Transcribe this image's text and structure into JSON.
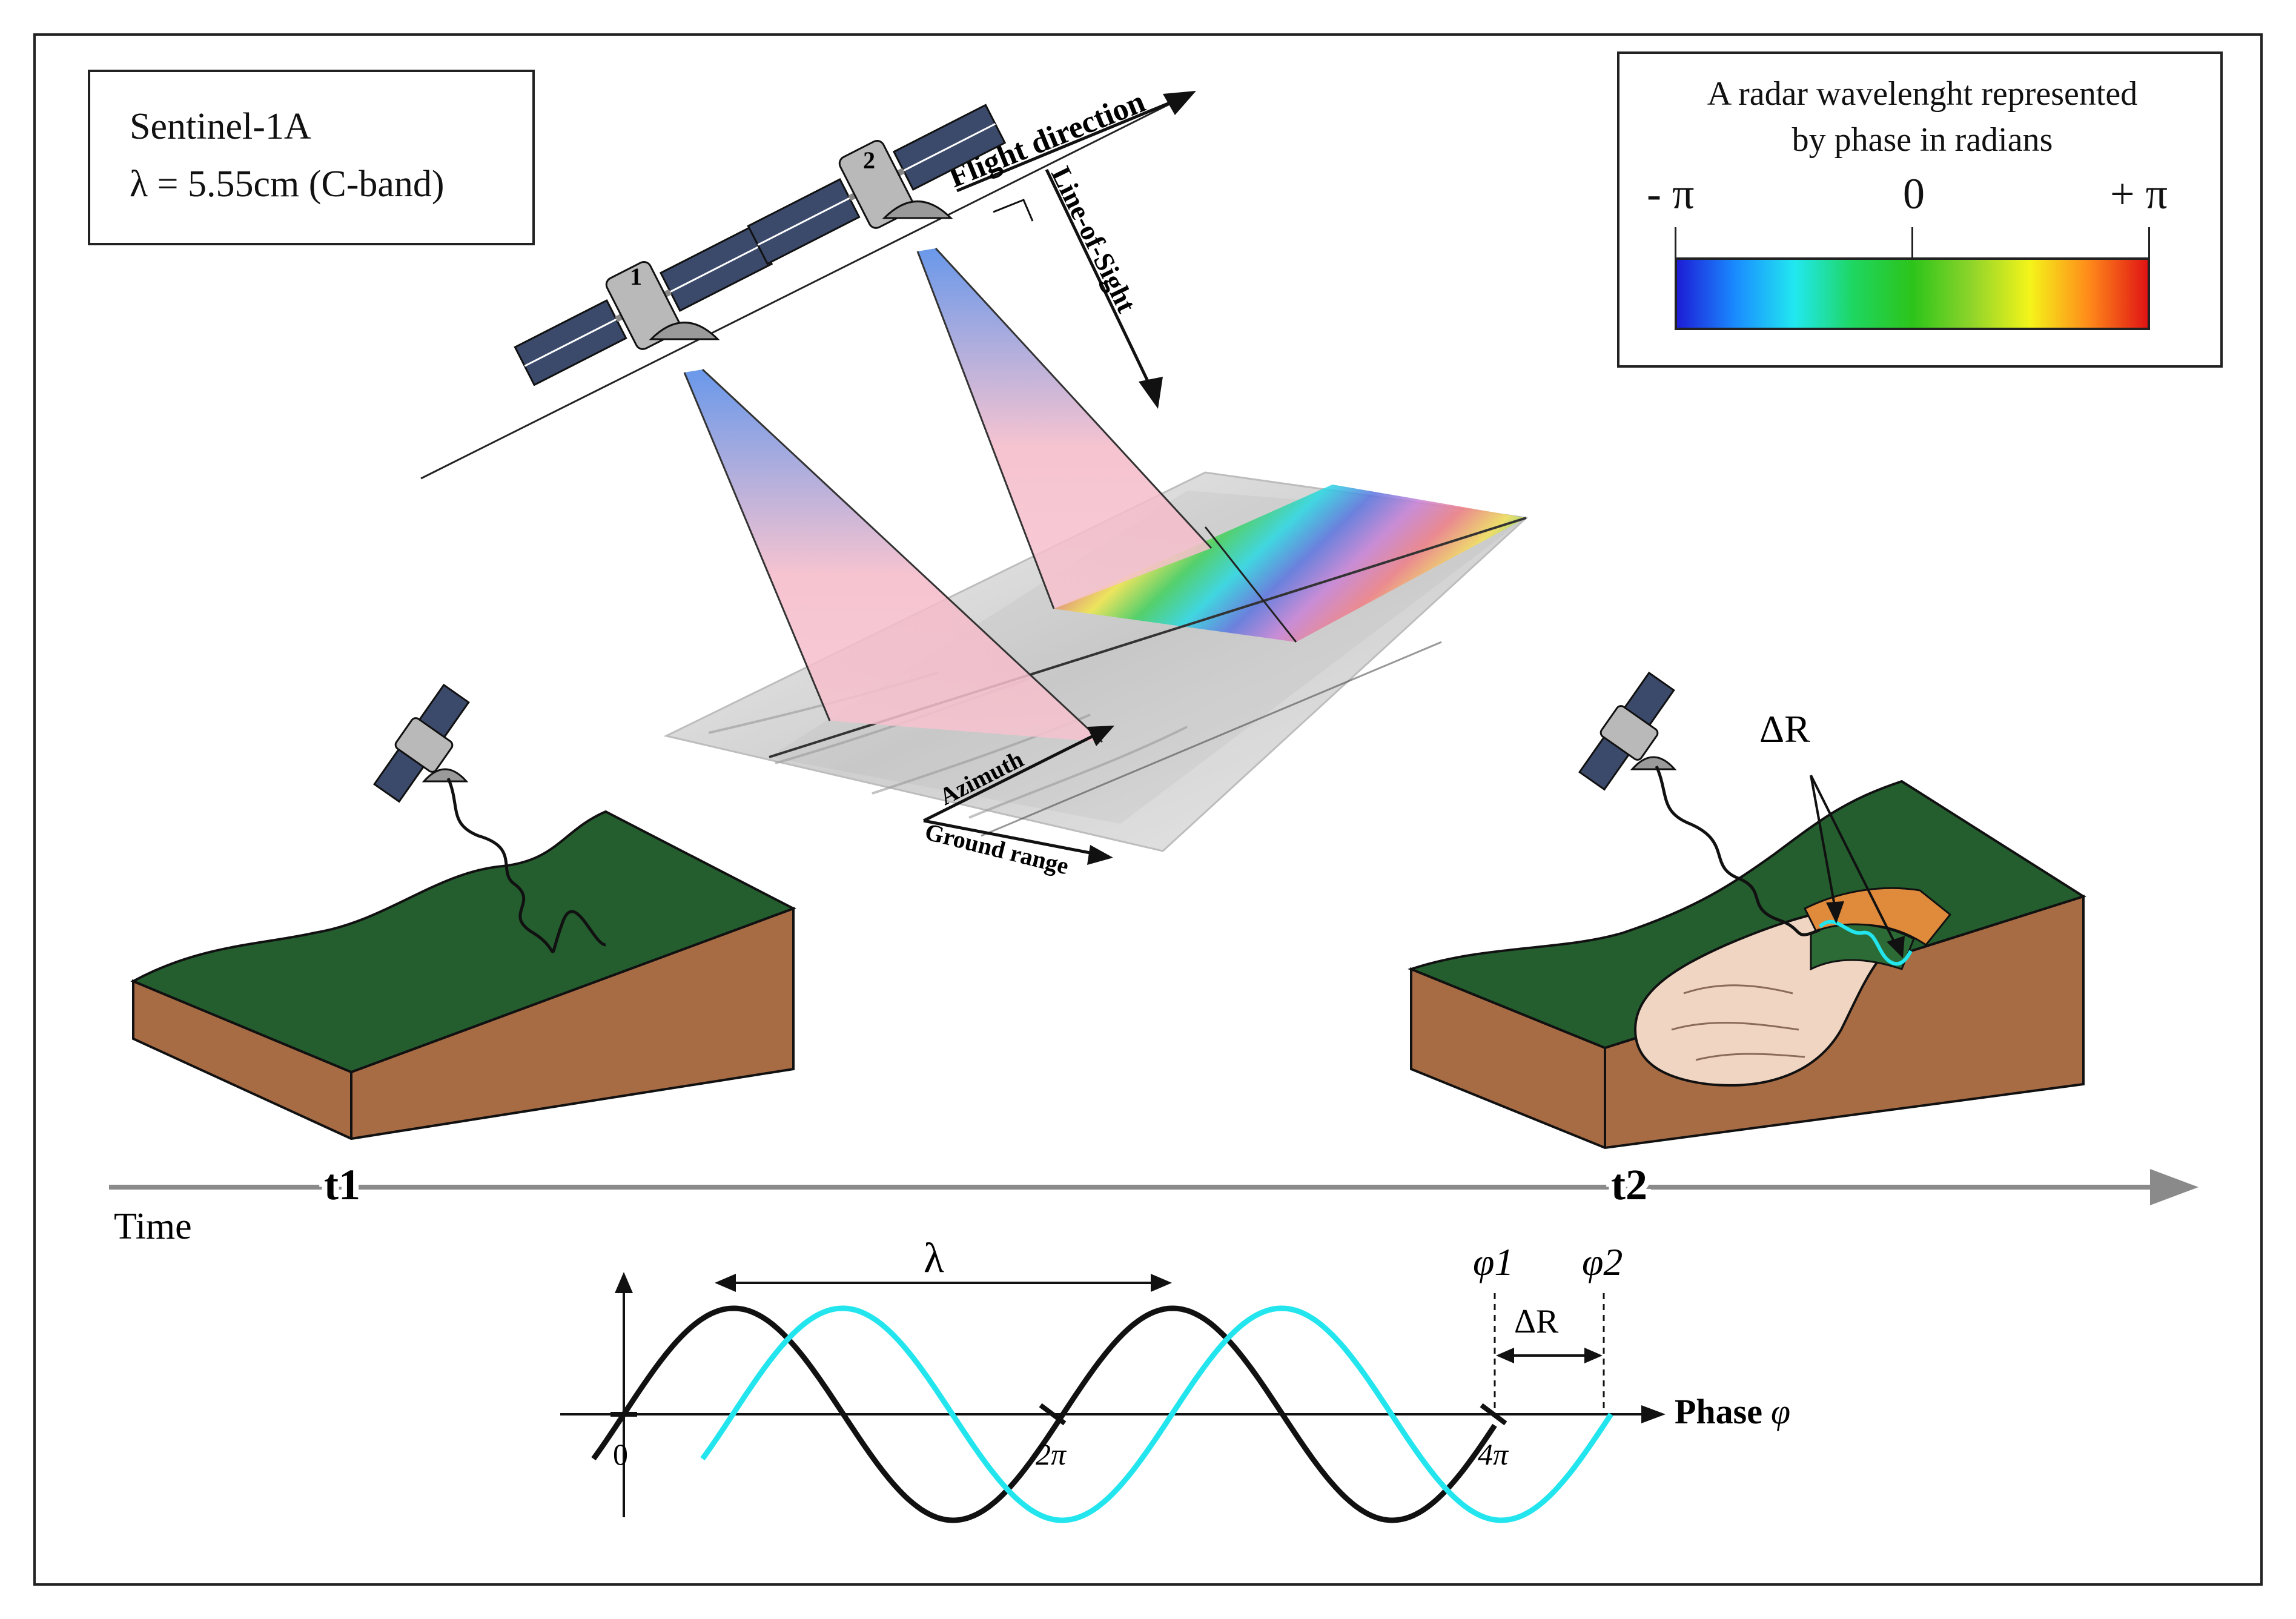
{
  "info_box": {
    "satellite": "Sentinel-1A",
    "wavelength": "λ = 5.55cm (C-band)"
  },
  "legend": {
    "title_line1": "A radar wavelenght represented",
    "title_line2": "by phase in radians",
    "tick_min": "- π",
    "tick_mid": "0",
    "tick_max": "+ π",
    "colors": [
      "#1d1dd6",
      "#1a8cff",
      "#22e8f0",
      "#1ed660",
      "#2cc41a",
      "#8ed42a",
      "#f4f41a",
      "#ff8a1a",
      "#e01414"
    ]
  },
  "satellites": {
    "sat1_label": "1",
    "sat2_label": "2",
    "flight_direction": "Flight direction",
    "line_of_sight": "Line-of-Sight",
    "azimuth": "Azimuth",
    "ground_range": "Ground range"
  },
  "timeline": {
    "t1": "t1",
    "t2": "t2",
    "time_label": "Time",
    "delta_r_top": "ΔR"
  },
  "phase_plot": {
    "lambda_label": "λ",
    "phi1": "φ1",
    "phi2": "φ2",
    "delta_r": "ΔR",
    "axis_label_bold": "Phase",
    "axis_label_symbol": "φ",
    "tick_0": "0",
    "tick_2pi": "2π",
    "tick_4pi": "4π",
    "wave1_color": "#111111",
    "wave2_color": "#22e5ee"
  }
}
